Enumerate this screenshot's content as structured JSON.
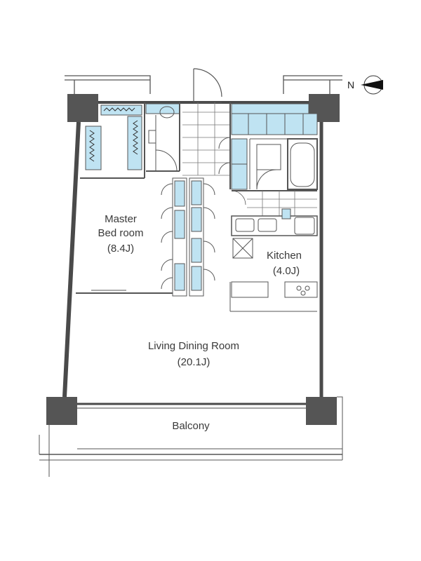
{
  "rooms": {
    "master_bedroom": {
      "line1": "Master",
      "line2": "Bed room",
      "size": "(8.4J)"
    },
    "kitchen": {
      "name": "Kitchen",
      "size": "(4.0J)"
    },
    "living": {
      "name": "Living Dining Room",
      "size": "(20.1J)"
    },
    "balcony": {
      "name": "Balcony"
    }
  },
  "compass": {
    "letter": "N"
  },
  "colors": {
    "wall": "#4a4a4a",
    "column": "#555555",
    "fixture": "#bfe3f2",
    "line": "#555555"
  }
}
